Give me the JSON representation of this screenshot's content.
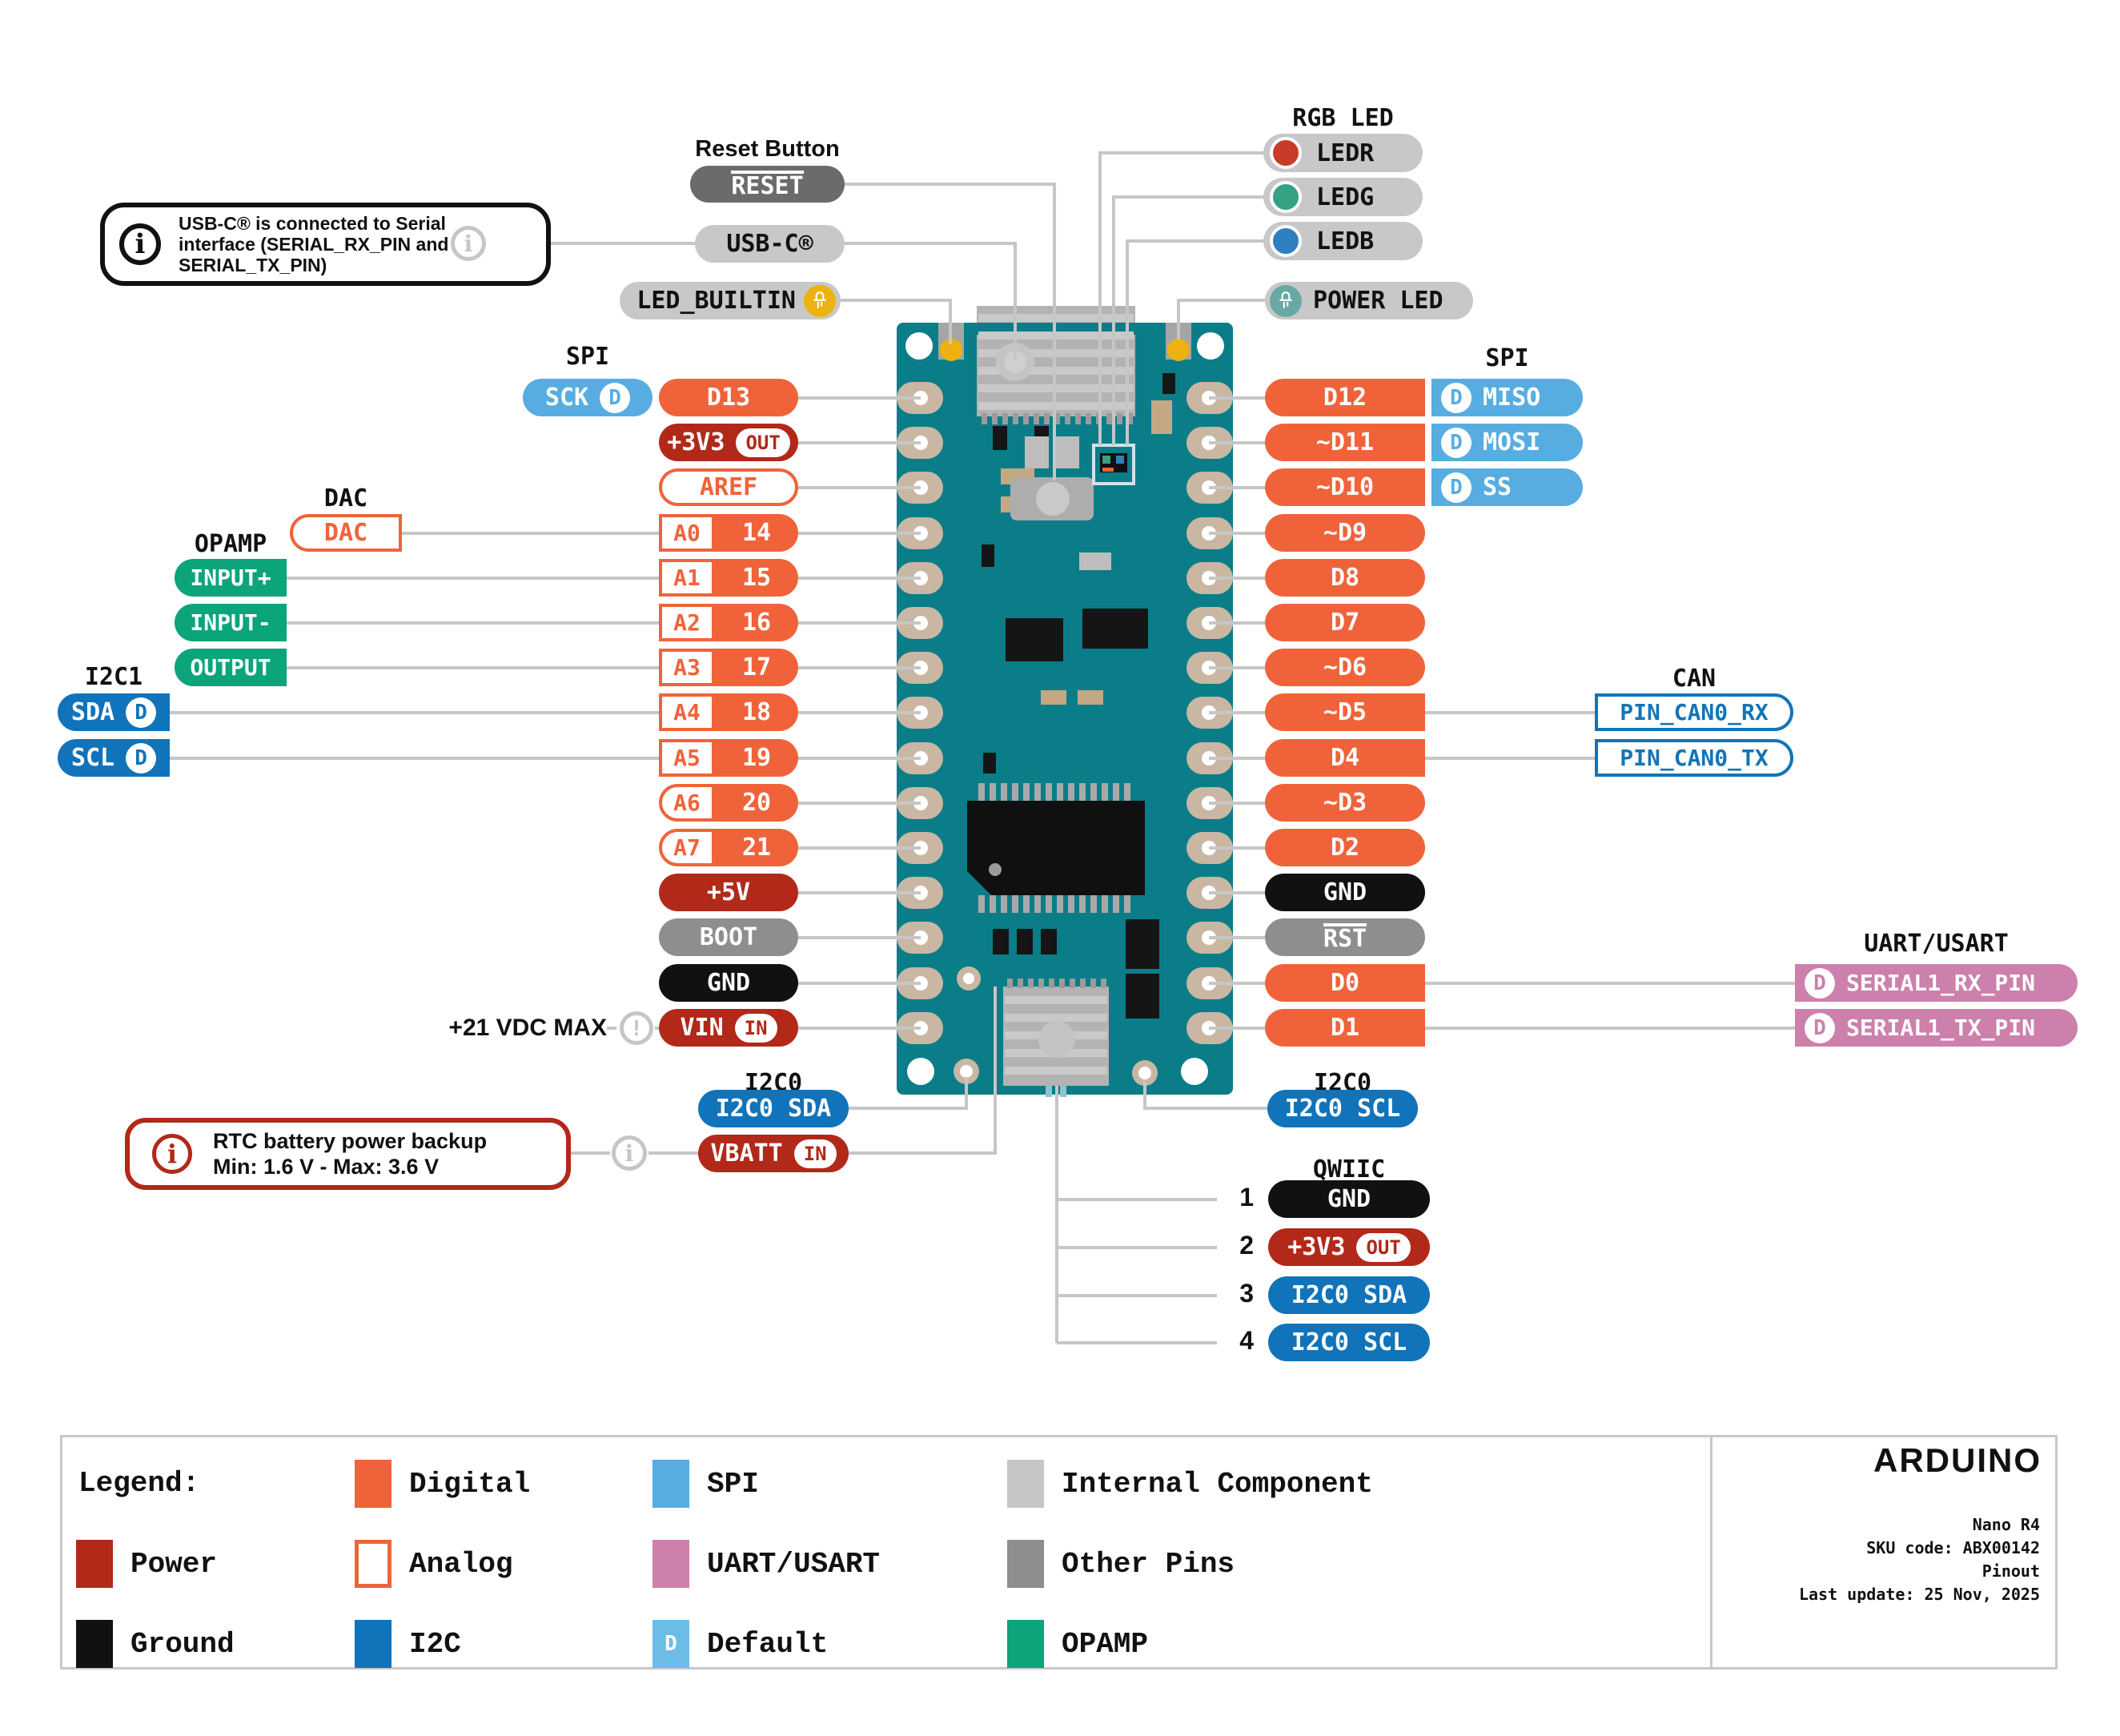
{
  "colors": {
    "digital": "#F0633A",
    "power": "#B22819",
    "ground": "#111111",
    "other_pins": "#8E8E8E",
    "reset_pill": "#6B6B6B",
    "spi": "#57ADE1",
    "i2c": "#1173B9",
    "uart": "#CC80AB",
    "opamp": "#0CA47B",
    "default_badge": "#6CBCE8",
    "internal_component": "#C6C6C6",
    "board_teal": "#0A7D89",
    "line_gray": "#C6C6C6",
    "label_gray": "#C8C8C8",
    "led_yellow": "#EDB211",
    "power_led_teal": "#68A9A5",
    "led_red": "#C93A28",
    "led_green": "#35A284",
    "led_blue": "#2F7FC1",
    "can_blue": "#1374B8"
  },
  "callouts": {
    "usb": [
      "USB-C® is connected to Serial",
      "interface (SERIAL_RX_PIN and",
      "SERIAL_TX_PIN)"
    ],
    "rtc": [
      "RTC battery power backup",
      "Min: 1.6 V - Max: 3.6 V"
    ],
    "vin_warning": "+21 VDC MAX",
    "info_icon": "i",
    "warning_icon": "!"
  },
  "top": {
    "reset_title": "Reset Button",
    "reset": "RESET",
    "usb": "USB-C®",
    "led_builtin": "LED_BUILTIN",
    "rgb_title": "RGB LED",
    "rgb": [
      "LEDR",
      "LEDG",
      "LEDB"
    ],
    "power_led": "POWER LED"
  },
  "left": {
    "spi_title": "SPI",
    "sck": {
      "label": "SCK",
      "badge": "D"
    },
    "dac_title": "DAC",
    "dac": "DAC",
    "opamp_title": "OPAMP",
    "opamp": [
      "INPUT+",
      "INPUT-",
      "OUTPUT"
    ],
    "i2c1_title": "I2C1",
    "i2c1": [
      {
        "label": "SDA",
        "badge": "D"
      },
      {
        "label": "SCL",
        "badge": "D"
      }
    ],
    "pins": [
      {
        "label": "D13",
        "type": "digital"
      },
      {
        "label": "+3V3",
        "type": "power",
        "badge": "OUT"
      },
      {
        "label": "AREF",
        "type": "analog_outline"
      },
      {
        "label": "A0",
        "num": "14",
        "type": "analog"
      },
      {
        "label": "A1",
        "num": "15",
        "type": "analog"
      },
      {
        "label": "A2",
        "num": "16",
        "type": "analog"
      },
      {
        "label": "A3",
        "num": "17",
        "type": "analog"
      },
      {
        "label": "A4",
        "num": "18",
        "type": "analog"
      },
      {
        "label": "A5",
        "num": "19",
        "type": "analog"
      },
      {
        "label": "A6",
        "num": "20",
        "type": "analog_round"
      },
      {
        "label": "A7",
        "num": "21",
        "type": "analog_round"
      },
      {
        "label": "+5V",
        "type": "power"
      },
      {
        "label": "BOOT",
        "type": "other"
      },
      {
        "label": "GND",
        "type": "ground"
      },
      {
        "label": "VIN",
        "type": "power",
        "badge": "IN"
      }
    ]
  },
  "right": {
    "spi_title": "SPI",
    "spi": [
      {
        "badge": "D",
        "label": "MISO"
      },
      {
        "badge": "D",
        "label": "MOSI"
      },
      {
        "badge": "D",
        "label": "SS"
      }
    ],
    "pins": [
      {
        "label": "D12",
        "type": "digital"
      },
      {
        "label": "~D11",
        "type": "digital"
      },
      {
        "label": "~D10",
        "type": "digital"
      },
      {
        "label": "~D9",
        "type": "digital"
      },
      {
        "label": "D8",
        "type": "digital"
      },
      {
        "label": "D7",
        "type": "digital"
      },
      {
        "label": "~D6",
        "type": "digital"
      },
      {
        "label": "~D5",
        "type": "digital"
      },
      {
        "label": "D4",
        "type": "digital"
      },
      {
        "label": "~D3",
        "type": "digital"
      },
      {
        "label": "D2",
        "type": "digital"
      },
      {
        "label": "GND",
        "type": "ground"
      },
      {
        "label": "RST",
        "type": "other",
        "overline": true
      },
      {
        "label": "D0",
        "type": "digital"
      },
      {
        "label": "D1",
        "type": "digital"
      }
    ],
    "can_title": "CAN",
    "can": [
      "PIN_CAN0_RX",
      "PIN_CAN0_TX"
    ],
    "uart_title": "UART/USART",
    "uart": [
      {
        "badge": "D",
        "label": "SERIAL1_RX_PIN"
      },
      {
        "badge": "D",
        "label": "SERIAL1_TX_PIN"
      }
    ]
  },
  "bottom": {
    "i2c0_title_left": "I2C0",
    "i2c0_sda": "I2C0 SDA",
    "vbatt": {
      "label": "VBATT",
      "badge": "IN"
    },
    "i2c0_title_right": "I2C0",
    "i2c0_scl": "I2C0 SCL",
    "qwiic_title": "QWIIC",
    "qwiic": [
      {
        "n": "1",
        "label": "GND",
        "type": "ground"
      },
      {
        "n": "2",
        "label": "+3V3",
        "type": "power",
        "badge": "OUT"
      },
      {
        "n": "3",
        "label": "I2C0 SDA",
        "type": "i2c"
      },
      {
        "n": "4",
        "label": "I2C0 SCL",
        "type": "i2c"
      }
    ]
  },
  "legend": {
    "title": "Legend:",
    "items": [
      {
        "label": "Digital",
        "swatch": "digital"
      },
      {
        "label": "SPI",
        "swatch": "spi"
      },
      {
        "label": "Internal Component",
        "swatch": "internal"
      },
      {
        "label": "Power",
        "swatch": "power"
      },
      {
        "label": "Analog",
        "swatch": "analog"
      },
      {
        "label": "UART/USART",
        "swatch": "uart"
      },
      {
        "label": "Other Pins",
        "swatch": "other"
      },
      {
        "label": "Ground",
        "swatch": "ground"
      },
      {
        "label": "I2C",
        "swatch": "i2c"
      },
      {
        "label": "Default",
        "swatch": "default",
        "swatch_text": "D"
      },
      {
        "label": "OPAMP",
        "swatch": "opamp"
      }
    ]
  },
  "brand": {
    "name": "ARDUINO",
    "reg": "®",
    "info": [
      "Nano R4",
      "SKU code: ABX00142",
      "Pinout",
      "Last update: 25 Nov, 2025"
    ]
  }
}
